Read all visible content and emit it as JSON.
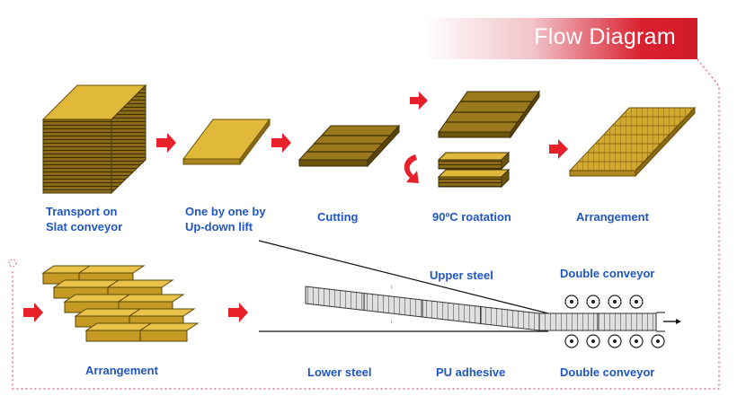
{
  "title": "Flow Diagram",
  "colors": {
    "accent_red": "#d11a2a",
    "arrow_red": "#e8202a",
    "label_blue": "#1f56c4",
    "wood_light": "#d9b23a",
    "wood_dark": "#9a7a1c",
    "dotted_border": "#e05a6a"
  },
  "steps": {
    "transport": "Transport on\nSlat conveyor",
    "lift": "One by one by\nUp-down lift",
    "cutting": "Cutting",
    "rotation": "90ºC roatation",
    "arrangement_top": "Arrangement",
    "arrangement_bottom": "Arrangement",
    "upper_steel": "Upper steel",
    "double_conveyor_top": "Double conveyor",
    "lower_steel": "Lower steel",
    "pu_adhesive": "PU adhesive",
    "double_conveyor_bottom": "Double conveyor"
  }
}
